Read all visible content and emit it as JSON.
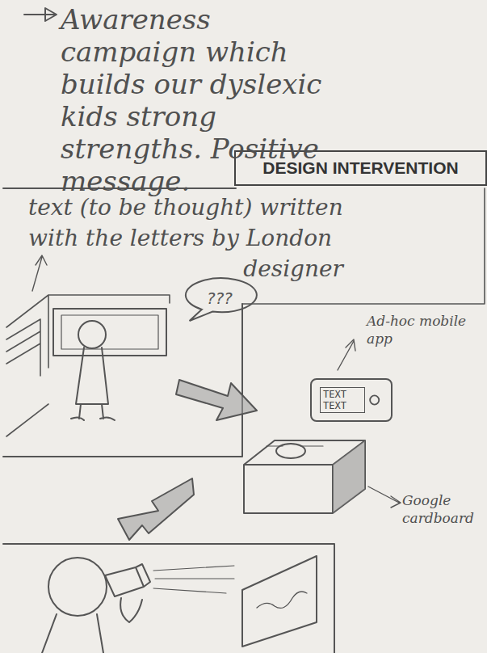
{
  "diagram": {
    "nodes": [
      {
        "text": [
          "DESIGN INTERVENTION"
        ]
      },
      {
        "text": [
          "???"
        ]
      },
      {
        "text": [
          "TEXT TEXT"
        ]
      }
    ],
    "labels": [
      "Awareness campaign which builds our dyslexic kids strong strengths. Positive message.",
      "text (to be thought) written with the letters by London designer",
      "Ad-hoc mobile app",
      "Google cardboard"
    ]
  }
}
